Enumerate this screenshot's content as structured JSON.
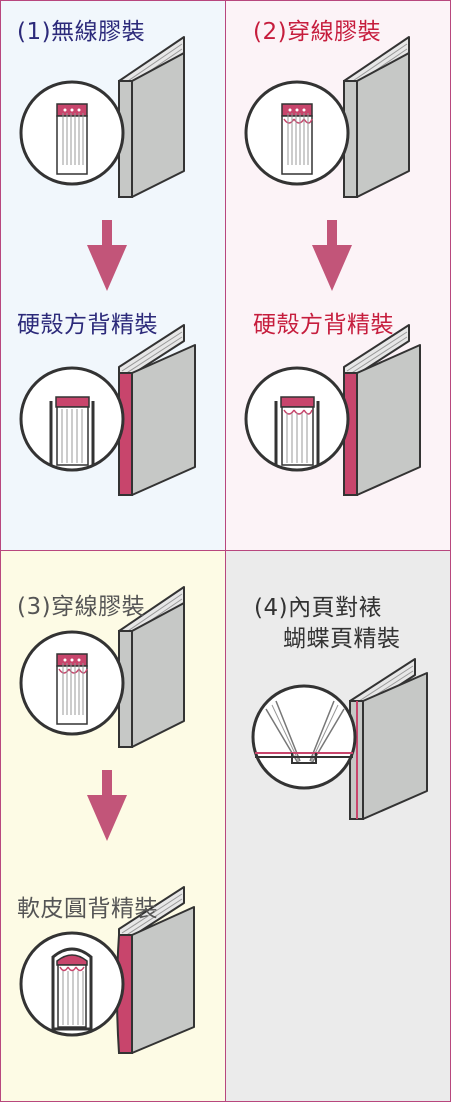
{
  "panels": [
    {
      "heading": "(1)無線膠裝",
      "result": "硬殼方背精裝",
      "color": "#2c2a7a"
    },
    {
      "heading": "(2)穿線膠裝",
      "result": "硬殼方背精裝",
      "color": "#c61d3d"
    },
    {
      "heading": "(3)穿線膠裝",
      "result": "軟皮圓背精裝",
      "color": "#555555"
    },
    {
      "heading_line1": "(4)內頁對裱",
      "heading_line2": "蝴蝶頁精裝",
      "color": "#333333"
    }
  ],
  "colors": {
    "spine": "#c8456c",
    "book": "#c6c8c6",
    "arrow": "#c25579",
    "border": "#b8477e"
  }
}
